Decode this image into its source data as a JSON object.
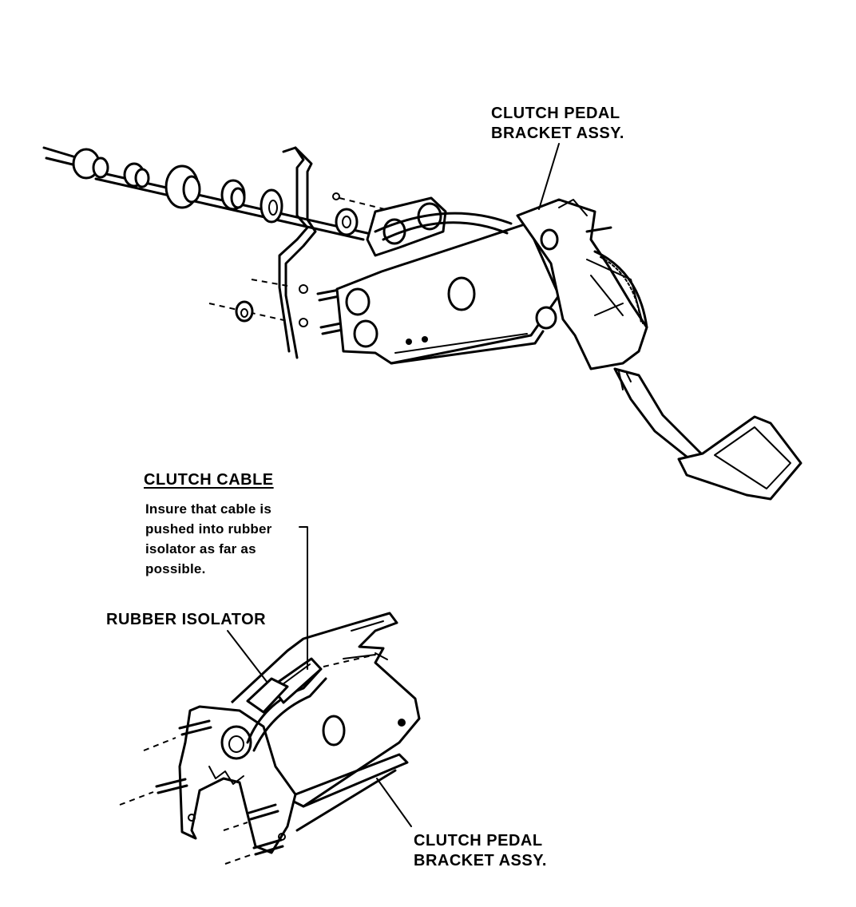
{
  "labels": {
    "top_bracket_line1": "CLUTCH PEDAL",
    "top_bracket_line2": "BRACKET ASSY.",
    "clutch_cable_title": "CLUTCH CABLE",
    "note_line1": "Insure that cable is",
    "note_line2": "pushed into rubber",
    "note_line3": "isolator as far as",
    "note_line4": "possible.",
    "rubber_isolator": "RUBBER ISOLATOR",
    "bottom_bracket_line1": "CLUTCH PEDAL",
    "bottom_bracket_line2": "BRACKET ASSY."
  }
}
